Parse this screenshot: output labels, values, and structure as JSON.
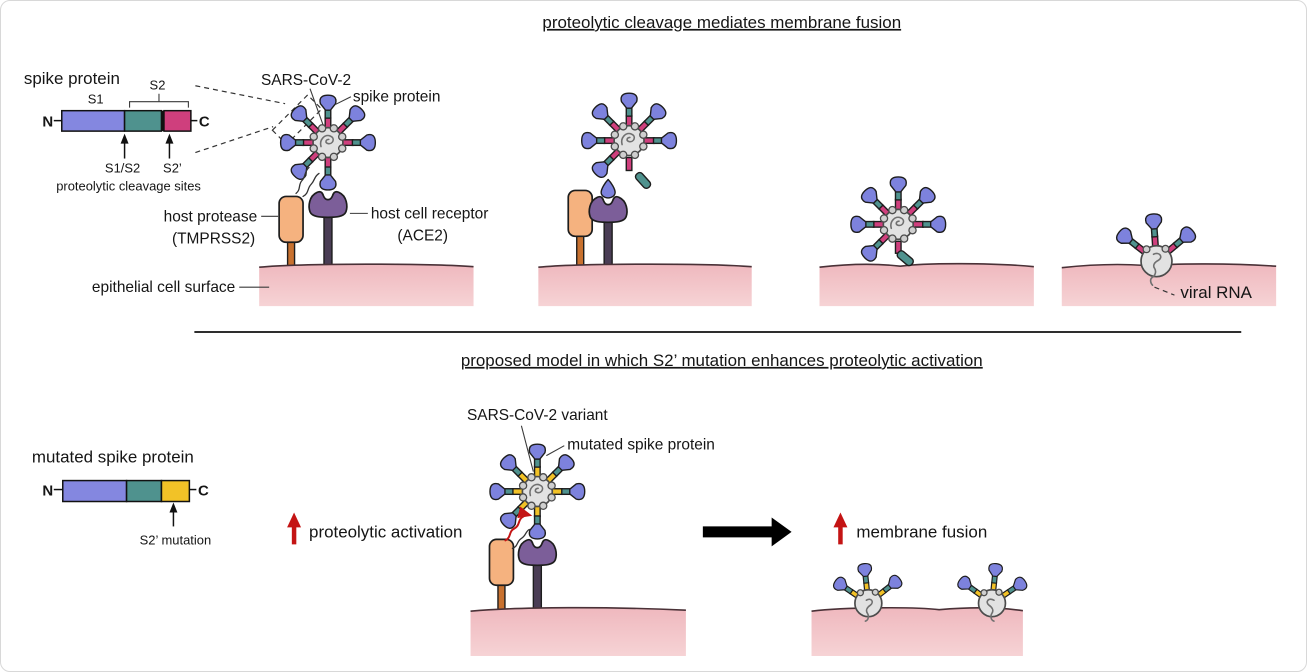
{
  "colors": {
    "spike_head": "#7d82dd",
    "s1_purple": "#8487e0",
    "teal": "#4f928e",
    "magenta": "#cf3f7d",
    "yellow": "#f2c227",
    "tmprss2": "#f5b27f",
    "tmprss2_stalk": "#c8712f",
    "ace2": "#7c5e99",
    "ace2_stalk": "#4a3d55",
    "virus_body": "#e2e2e2",
    "virus_bump": "#cfcfcf",
    "membrane_top": "#efb8be",
    "membrane_bottom": "#f6d3d5",
    "red_accent": "#c41414"
  },
  "top": {
    "title": "proteolytic cleavage mediates membrane fusion",
    "diagram": {
      "heading": "spike protein",
      "s1": "S1",
      "s2": "S2",
      "n": "N",
      "c": "C",
      "site1": "S1/S2",
      "site2": "S2’",
      "caption": "proteolytic cleavage sites"
    },
    "labels": {
      "virus": "SARS-CoV-2",
      "spike": "spike protein",
      "protease1": "host protease",
      "protease2": "(TMPRSS2)",
      "receptor1": "host cell receptor",
      "receptor2": "(ACE2)",
      "surface": "epithelial cell surface",
      "rna": "viral RNA"
    }
  },
  "bottom": {
    "title": "proposed model in which S2’ mutation enhances proteolytic activation",
    "diagram": {
      "heading": "mutated spike protein",
      "n": "N",
      "c": "C",
      "mutation": "S2’ mutation"
    },
    "labels": {
      "variant": "SARS-CoV-2 variant",
      "mutspike": "mutated spike protein",
      "activation": "proteolytic activation",
      "fusion": "membrane fusion"
    }
  }
}
